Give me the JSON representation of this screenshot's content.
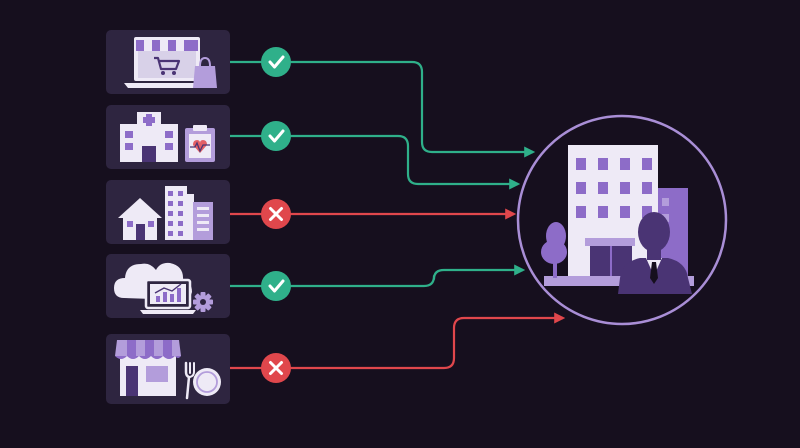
{
  "colors": {
    "background": "#160f1e",
    "card": "#2e2540",
    "icon_light": "#eeeaf6",
    "icon_purple": "#8d6cc8",
    "icon_purple_light": "#b39ddb",
    "icon_dark": "#4a3474",
    "accepted": "#2fb08a",
    "rejected": "#e0474c",
    "hub_ring": "#a98ed6"
  },
  "sources": [
    {
      "id": "ecommerce",
      "icon": "online-shop-laptop-icon",
      "status": "accepted"
    },
    {
      "id": "healthcare",
      "icon": "hospital-clipboard-icon",
      "status": "accepted"
    },
    {
      "id": "realestate",
      "icon": "house-and-buildings-icon",
      "status": "rejected"
    },
    {
      "id": "cloud-tech",
      "icon": "cloud-laptop-gear-icon",
      "status": "accepted"
    },
    {
      "id": "restaurant",
      "icon": "storefront-dining-icon",
      "status": "rejected"
    }
  ],
  "hub": {
    "icon": "office-building-businessman-icon"
  },
  "status_icons": {
    "accepted": "check-icon",
    "rejected": "cross-icon"
  }
}
